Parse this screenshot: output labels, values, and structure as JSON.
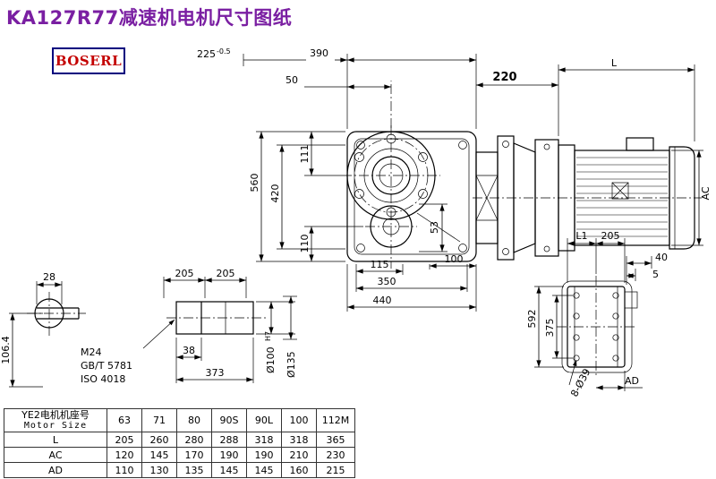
{
  "title": "KA127R77减速机电机尺寸图纸",
  "logo": "BOSERL",
  "dims": {
    "d225": "225",
    "d225_tol": "-0.5",
    "d390": "390",
    "d50": "50",
    "d220": "220",
    "dL": "L",
    "d111": "111",
    "d560": "560",
    "d420": "420",
    "d110": "110",
    "d53": "53",
    "d115": "115",
    "d100": "100",
    "d350": "350",
    "d440": "440",
    "dAC": "AC",
    "d28": "28",
    "d106_4": "106.4",
    "d205a": "205",
    "d205b": "205",
    "thread": "M24",
    "std_gb": "GB/T 5781",
    "std_iso": "ISO 4018",
    "d38": "38",
    "d373": "373",
    "bore": "Ø100",
    "bore_fit": "H7",
    "dia135": "Ø135",
    "dL1": "L1",
    "d205c": "205",
    "d40": "40",
    "d5": "5",
    "d592": "592",
    "d375": "375",
    "holes": "8-Ø39",
    "dAD": "AD"
  },
  "table": {
    "header_cn": "YE2电机机座号",
    "header_en": "Motor Size",
    "sizes": [
      "63",
      "71",
      "80",
      "90S",
      "90L",
      "100",
      "112M"
    ],
    "rows": [
      {
        "label": "L",
        "values": [
          "205",
          "260",
          "280",
          "288",
          "318",
          "318",
          "365"
        ]
      },
      {
        "label": "AC",
        "values": [
          "120",
          "145",
          "170",
          "190",
          "190",
          "210",
          "230"
        ]
      },
      {
        "label": "AD",
        "values": [
          "110",
          "130",
          "135",
          "145",
          "145",
          "160",
          "215"
        ]
      }
    ]
  }
}
